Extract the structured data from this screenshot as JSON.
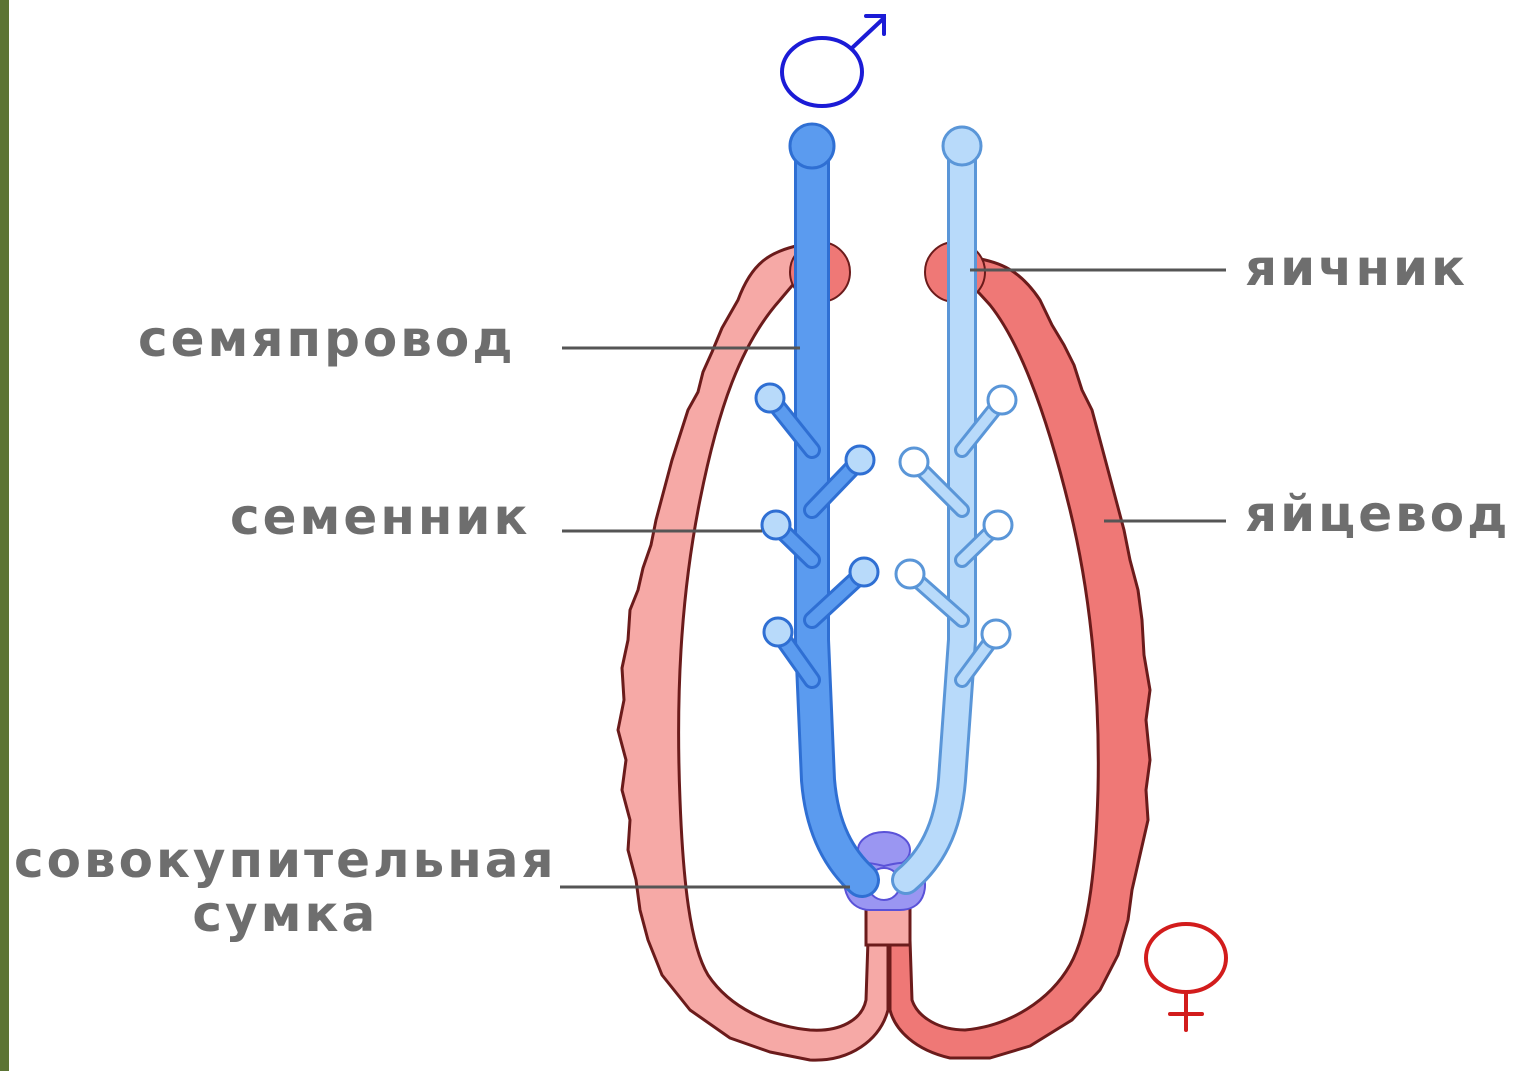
{
  "labels": {
    "vas_deferens": "семяпровод",
    "testis": "семенник",
    "copulatory_bag_line1": "совокупительная",
    "copulatory_bag_line2": "сумка",
    "ovary": "яичник",
    "oviduct": "яйцевод"
  },
  "symbols": {
    "male": "male-symbol-icon",
    "female": "female-symbol-icon"
  },
  "colors": {
    "male_duct": "#5b9bef",
    "male_duct_stroke": "#2f6fd3",
    "female_duct": "#b8dafa",
    "female_duct_stroke": "#5a96d8",
    "body_tube": "#f6a9a6",
    "body_tube_dark": "#ef7876",
    "body_outline": "#6b1b1b",
    "bag": "#9a96f2",
    "male_symbol": "#1b1bd6",
    "female_symbol": "#d21c1c",
    "leader_line": "#555555",
    "label_text": "#6e6e6e",
    "frame_bar": "#5c7434"
  }
}
